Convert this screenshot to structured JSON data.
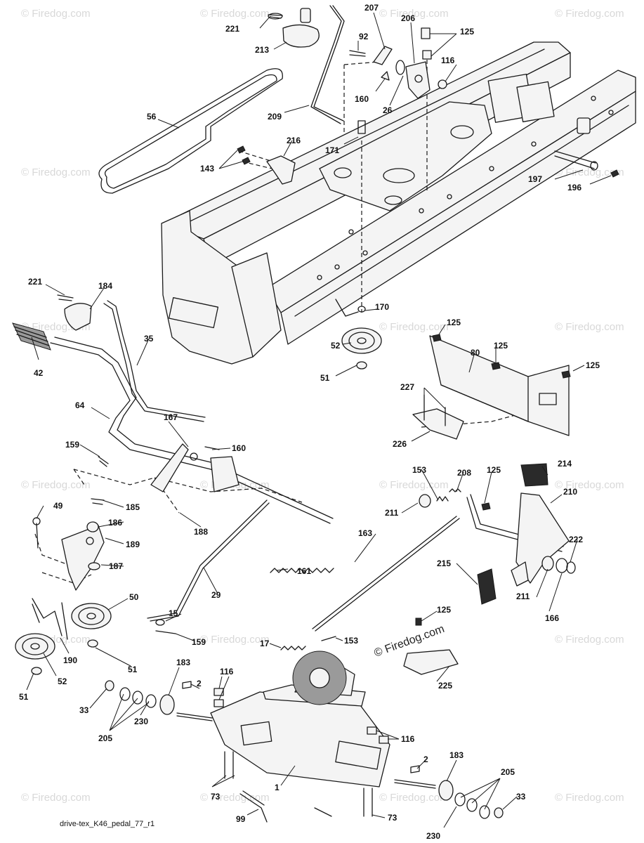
{
  "diagram": {
    "caption": "drive-tex_K46_pedal_77_r1",
    "watermark": "© Firedog.com",
    "watermark_main": "© Firedog.com",
    "callouts": [
      {
        "id": "c221a",
        "label": "221"
      },
      {
        "id": "c213",
        "label": "213"
      },
      {
        "id": "c207",
        "label": "207"
      },
      {
        "id": "c206",
        "label": "206"
      },
      {
        "id": "c92",
        "label": "92"
      },
      {
        "id": "c125a",
        "label": "125"
      },
      {
        "id": "c116a",
        "label": "116"
      },
      {
        "id": "c160a",
        "label": "160"
      },
      {
        "id": "c26",
        "label": "26"
      },
      {
        "id": "c56",
        "label": "56"
      },
      {
        "id": "c209",
        "label": "209"
      },
      {
        "id": "c171",
        "label": "171"
      },
      {
        "id": "c216",
        "label": "216"
      },
      {
        "id": "c143",
        "label": "143"
      },
      {
        "id": "c197",
        "label": "197"
      },
      {
        "id": "c196",
        "label": "196"
      },
      {
        "id": "c221b",
        "label": "221"
      },
      {
        "id": "c184",
        "label": "184"
      },
      {
        "id": "c170",
        "label": "170"
      },
      {
        "id": "c35",
        "label": "35"
      },
      {
        "id": "c42",
        "label": "42"
      },
      {
        "id": "c52a",
        "label": "52"
      },
      {
        "id": "c51a",
        "label": "51"
      },
      {
        "id": "c125b",
        "label": "125"
      },
      {
        "id": "c80",
        "label": "80"
      },
      {
        "id": "c125c",
        "label": "125"
      },
      {
        "id": "c125d",
        "label": "125"
      },
      {
        "id": "c227",
        "label": "227"
      },
      {
        "id": "c226",
        "label": "226"
      },
      {
        "id": "c64",
        "label": "64"
      },
      {
        "id": "c167",
        "label": "167"
      },
      {
        "id": "c159a",
        "label": "159"
      },
      {
        "id": "c160b",
        "label": "160"
      },
      {
        "id": "c153a",
        "label": "153"
      },
      {
        "id": "c208",
        "label": "208"
      },
      {
        "id": "c125e",
        "label": "125"
      },
      {
        "id": "c214",
        "label": "214"
      },
      {
        "id": "c210",
        "label": "210"
      },
      {
        "id": "c211a",
        "label": "211"
      },
      {
        "id": "c49",
        "label": "49"
      },
      {
        "id": "c185",
        "label": "185"
      },
      {
        "id": "c186",
        "label": "186"
      },
      {
        "id": "c188",
        "label": "188"
      },
      {
        "id": "c189",
        "label": "189"
      },
      {
        "id": "c187",
        "label": "187"
      },
      {
        "id": "c161",
        "label": "161"
      },
      {
        "id": "c163",
        "label": "163"
      },
      {
        "id": "c222",
        "label": "222"
      },
      {
        "id": "c215",
        "label": "215"
      },
      {
        "id": "c211b",
        "label": "211"
      },
      {
        "id": "c166",
        "label": "166"
      },
      {
        "id": "c29",
        "label": "29"
      },
      {
        "id": "c50",
        "label": "50"
      },
      {
        "id": "c15",
        "label": "15"
      },
      {
        "id": "c125f",
        "label": "125"
      },
      {
        "id": "c159b",
        "label": "159"
      },
      {
        "id": "c17",
        "label": "17"
      },
      {
        "id": "c153b",
        "label": "153"
      },
      {
        "id": "c190",
        "label": "190"
      },
      {
        "id": "c51b",
        "label": "51"
      },
      {
        "id": "c52b",
        "label": "52"
      },
      {
        "id": "c51c",
        "label": "51"
      },
      {
        "id": "c225",
        "label": "225"
      },
      {
        "id": "c183a",
        "label": "183"
      },
      {
        "id": "c2a",
        "label": "2"
      },
      {
        "id": "c116b",
        "label": "116"
      },
      {
        "id": "c33a",
        "label": "33"
      },
      {
        "id": "c230a",
        "label": "230"
      },
      {
        "id": "c205a",
        "label": "205"
      },
      {
        "id": "c116c",
        "label": "116"
      },
      {
        "id": "c2b",
        "label": "2"
      },
      {
        "id": "c183b",
        "label": "183"
      },
      {
        "id": "c205b",
        "label": "205"
      },
      {
        "id": "c1",
        "label": "1"
      },
      {
        "id": "c73a",
        "label": "73"
      },
      {
        "id": "c33b",
        "label": "33"
      },
      {
        "id": "c99",
        "label": "99"
      },
      {
        "id": "c73b",
        "label": "73"
      },
      {
        "id": "c230b",
        "label": "230"
      }
    ]
  }
}
